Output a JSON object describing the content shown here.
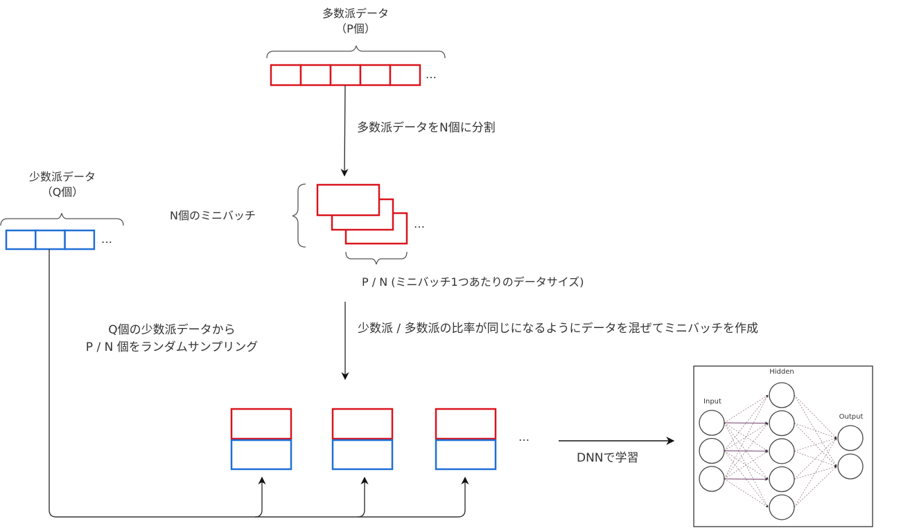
{
  "majority": {
    "title": "多数派データ",
    "count": "（P個）",
    "cells": 5,
    "ellipsis": "…"
  },
  "minority": {
    "title": "少数派データ",
    "count": "（Q個）",
    "cells": 3,
    "ellipsis": "…"
  },
  "steps": {
    "split": "多数派データをN個に分割",
    "minibatches": "N個のミニバッチ",
    "minibatch_ellipsis": "…",
    "batch_size": "P / N (ミニバッチ1つあたりのデータサイズ)",
    "sampling_line1": "Q個の少数派データから",
    "sampling_line2": "P / N 個をランダムサンプリング",
    "mix": "少数派 / 多数派の比率が同じになるようにデータを混ぜてミニバッチを作成",
    "mixed_ellipsis": "…",
    "train": "DNNで学習"
  },
  "mixed_batches": 3,
  "network": {
    "input_label": "Input",
    "hidden_label": "Hidden",
    "output_label": "Output",
    "input_nodes": 3,
    "hidden_nodes": 5,
    "output_nodes": 2
  },
  "colors": {
    "majority": "#d9141c",
    "minority": "#1f6fd6",
    "line": "#333333",
    "nn_edge": "#8a6a78"
  }
}
